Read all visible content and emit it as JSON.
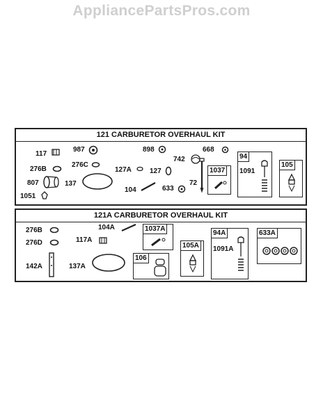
{
  "site": {
    "watermark": "AppliancePartsPros.com"
  },
  "kit121": {
    "title": "121 CARBURETOR OVERHAUL KIT",
    "parts": [
      "117",
      "987",
      "898",
      "668",
      "742",
      "276B",
      "276C",
      "127A",
      "127",
      "807",
      "137",
      "1051",
      "104",
      "633",
      "72"
    ],
    "boxes": [
      "1037",
      "94",
      "1091",
      "105"
    ]
  },
  "kit121a": {
    "title": "121A CARBURETOR OVERHAUL KIT",
    "parts": [
      "276B",
      "276D",
      "104A",
      "117A",
      "142A",
      "137A"
    ],
    "boxes": [
      "1037A",
      "105A",
      "106",
      "94A",
      "1091A",
      "633A"
    ]
  }
}
